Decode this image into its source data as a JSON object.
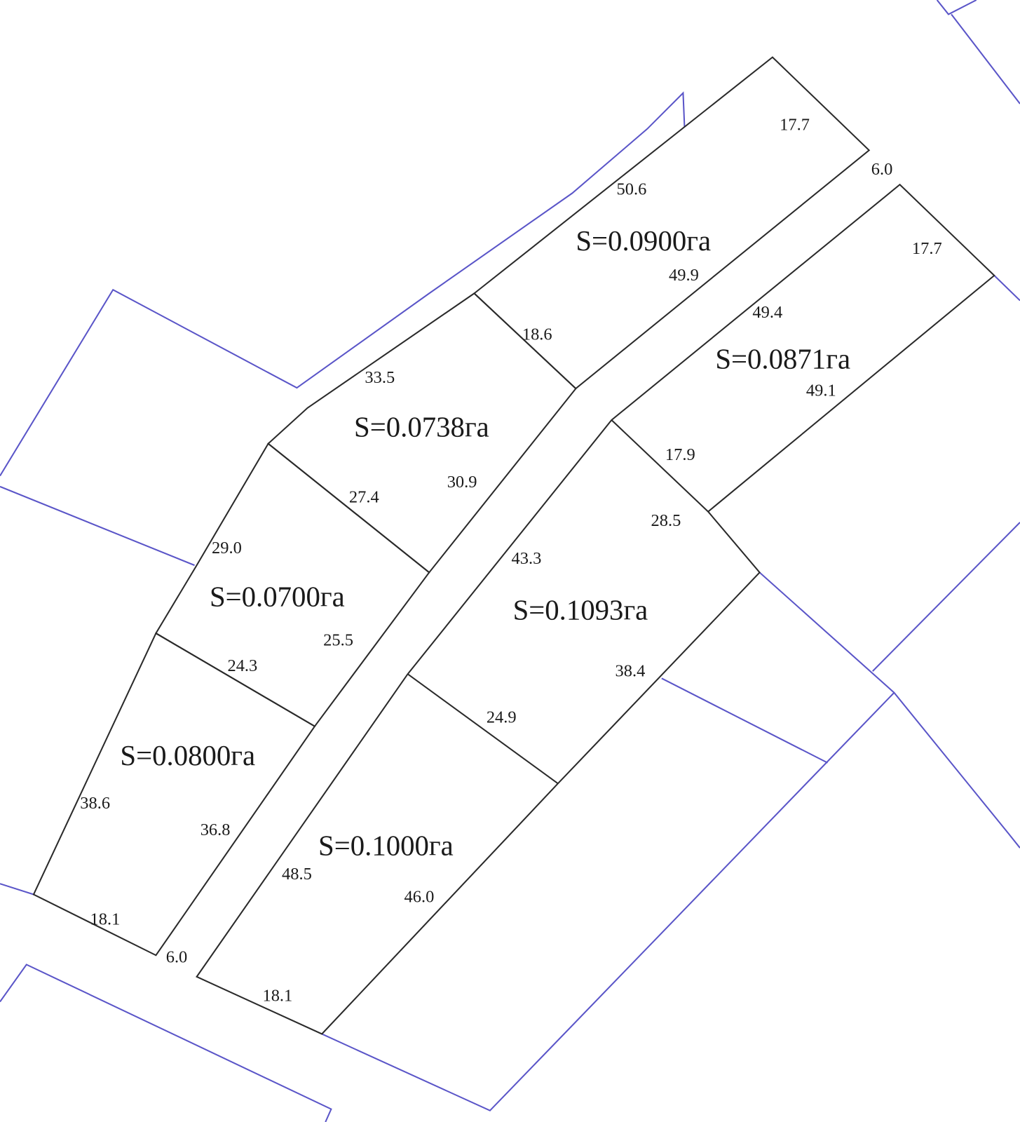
{
  "plots": [
    {
      "area": "S=0.0900га",
      "sides": [
        "17.7",
        "50.6",
        "49.9",
        "18.6"
      ]
    },
    {
      "area": "S=0.0871га",
      "sides": [
        "17.7",
        "49.4",
        "49.1",
        "17.9"
      ]
    },
    {
      "area": "S=0.0738га",
      "sides": [
        "33.5",
        "27.4",
        "30.9"
      ]
    },
    {
      "area": "S=0.0700га",
      "sides": [
        "29.0",
        "24.3",
        "25.5"
      ]
    },
    {
      "area": "S=0.1093га",
      "sides": [
        "28.5",
        "43.3",
        "38.4",
        "24.9"
      ]
    },
    {
      "area": "S=0.0800га",
      "sides": [
        "38.6",
        "36.8",
        "18.1"
      ]
    },
    {
      "area": "S=0.1000га",
      "sides": [
        "48.5",
        "46.0",
        "18.1"
      ]
    }
  ],
  "road_widths": [
    "6.0",
    "6.0"
  ],
  "colors": {
    "plot_boundary": "#2a2a2a",
    "neighbor_boundary": "#5a55c8"
  }
}
